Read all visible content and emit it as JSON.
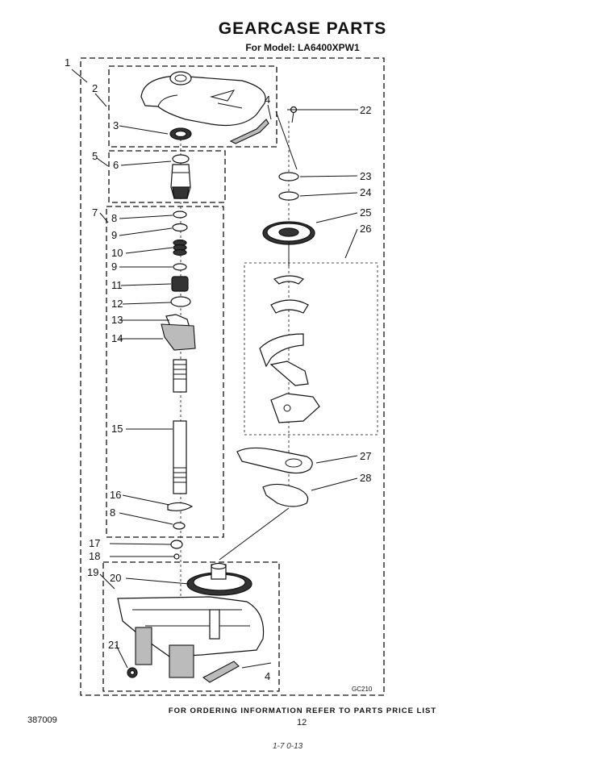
{
  "header": {
    "title": "GEARCASE PARTS",
    "subtitle": "For Model: LA6400XPW1"
  },
  "callouts": [
    "1",
    "2",
    "3",
    "4",
    "5",
    "6",
    "7",
    "8",
    "9",
    "10",
    "9",
    "11",
    "12",
    "13",
    "14",
    "15",
    "16",
    "8",
    "17",
    "18",
    "19",
    "20",
    "21",
    "4",
    "22",
    "23",
    "24",
    "25",
    "26",
    "27",
    "28"
  ],
  "diagram_code": "GC210",
  "footer": {
    "order_note": "FOR ORDERING INFORMATION REFER TO PARTS PRICE LIST",
    "doc_number": "387009",
    "page_number": "12",
    "handwritten": "1-7 0-13"
  }
}
